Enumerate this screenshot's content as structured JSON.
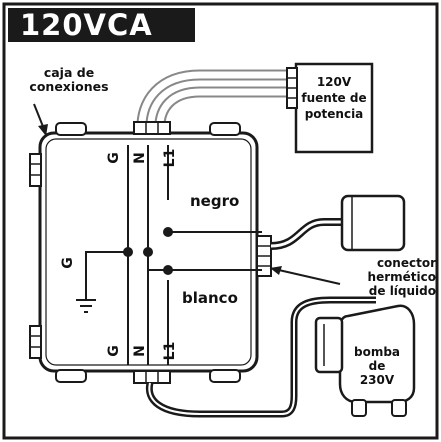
{
  "title": "120VCA",
  "labels": {
    "junction_box_line1": "caja de",
    "junction_box_line2": "conexiones",
    "power_line1": "120V",
    "power_line2": "fuente de",
    "power_line3": "potencia",
    "wire_black": "negro",
    "wire_white": "blanco",
    "connector_line1": "conector",
    "connector_line2": "hermético",
    "connector_line3": "de líquido",
    "pump_line1": "bomba",
    "pump_line2": "de",
    "pump_line3": "230V",
    "ground": "G"
  },
  "terminals_top": [
    "G",
    "N",
    "L1"
  ],
  "terminals_bottom": [
    "G",
    "N",
    "L1"
  ],
  "colors": {
    "ink": "#111111",
    "outline": "#1a1a1a",
    "background": "#ffffff"
  }
}
